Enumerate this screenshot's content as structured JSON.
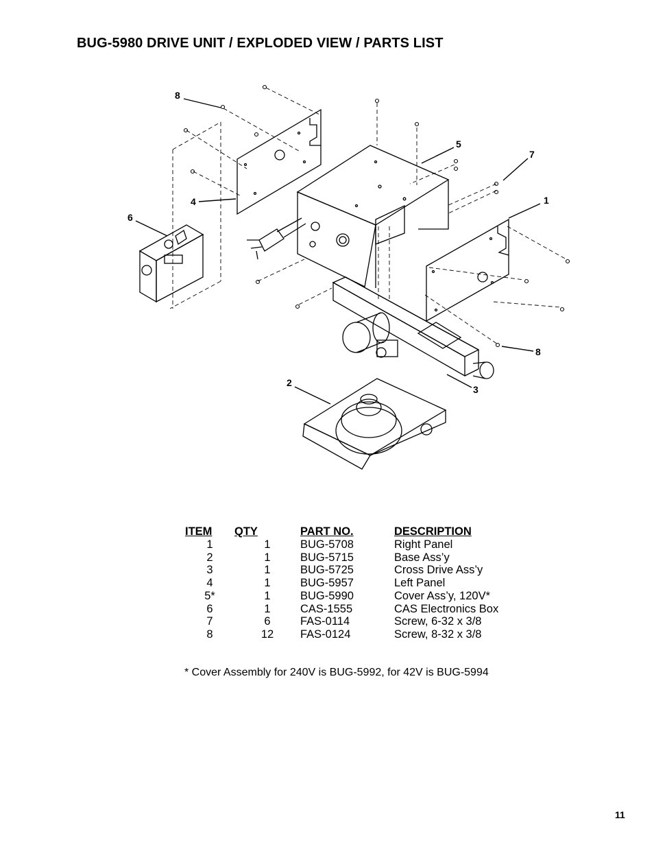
{
  "title": "BUG-5980 DRIVE UNIT / EXPLODED VIEW / PARTS LIST",
  "callouts": {
    "c1": "1",
    "c2": "2",
    "c3": "3",
    "c4": "4",
    "c5": "5",
    "c6": "6",
    "c7": "7",
    "c8a": "8",
    "c8b": "8"
  },
  "table": {
    "headers": [
      "ITEM",
      "QTY",
      "PART NO.",
      "DESCRIPTION"
    ],
    "rows": [
      [
        "1",
        "1",
        "BUG-5708",
        "Right Panel"
      ],
      [
        "2",
        "1",
        "BUG-5715",
        "Base Ass’y"
      ],
      [
        "3",
        "1",
        "BUG-5725",
        "Cross Drive Ass’y"
      ],
      [
        "4",
        "1",
        "BUG-5957",
        "Left Panel"
      ],
      [
        "5*",
        "1",
        "BUG-5990",
        "Cover Ass’y, 120V*"
      ],
      [
        "6",
        "1",
        "CAS-1555",
        "CAS Electronics Box"
      ],
      [
        "7",
        "6",
        "FAS-0114",
        "Screw, 6-32 x 3/8"
      ],
      [
        "8",
        "12",
        "FAS-0124",
        "Screw, 8-32 x 3/8"
      ]
    ]
  },
  "footnote": "* Cover Assembly for 240V is BUG-5992, for 42V is BUG-5994",
  "page_number": "11"
}
